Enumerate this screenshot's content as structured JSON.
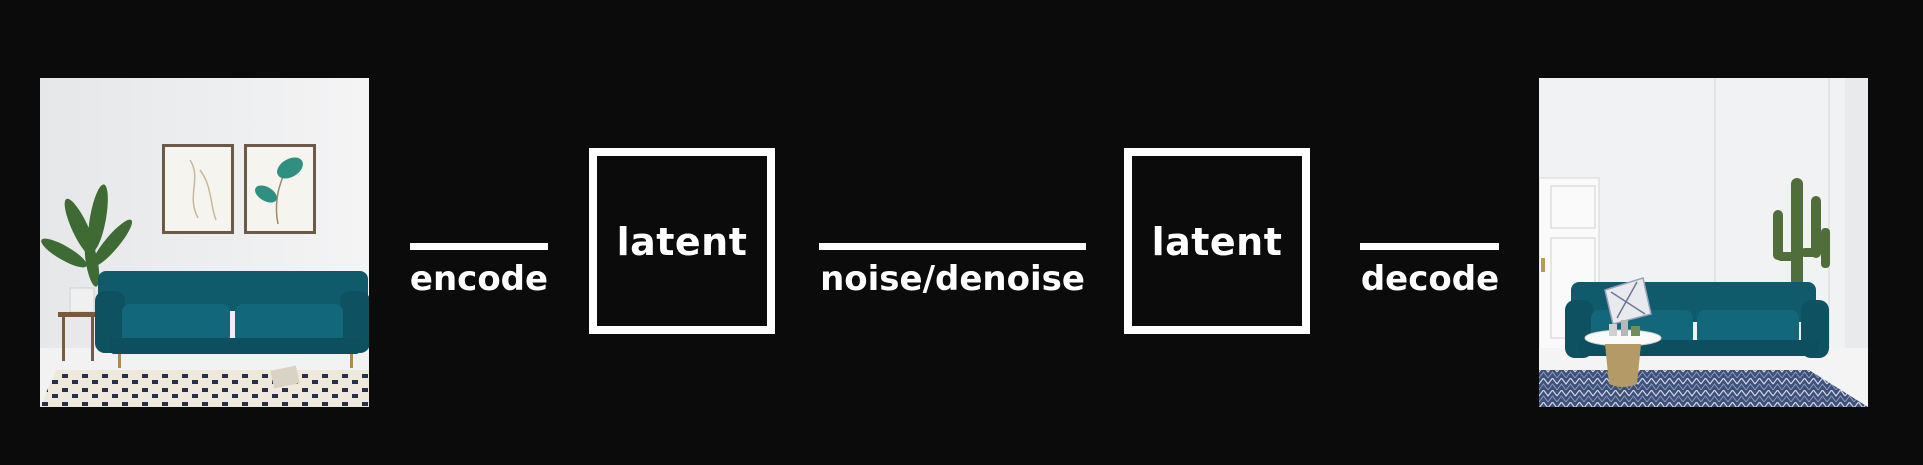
{
  "diagram": {
    "nodes": [
      {
        "id": "input-image",
        "kind": "image",
        "depicts": "living room with teal velvet sofa, plant and framed botanical prints on white wall, black-and-white patterned rug"
      },
      {
        "id": "latent-1",
        "kind": "box",
        "label": "latent"
      },
      {
        "id": "latent-2",
        "kind": "box",
        "label": "latent"
      },
      {
        "id": "output-image",
        "kind": "image",
        "depicts": "white living room with teal velvet sofa, cactus, round gold side table and blue patterned rug"
      }
    ],
    "edges": [
      {
        "from": "input-image",
        "to": "latent-1",
        "label": "encode"
      },
      {
        "from": "latent-1",
        "to": "latent-2",
        "label": "noise/denoise"
      },
      {
        "from": "latent-2",
        "to": "output-image",
        "label": "decode"
      }
    ]
  },
  "colors": {
    "background": "#0b0b0c",
    "foreground": "#ffffff",
    "sofa_teal": "#0f5a6b"
  }
}
